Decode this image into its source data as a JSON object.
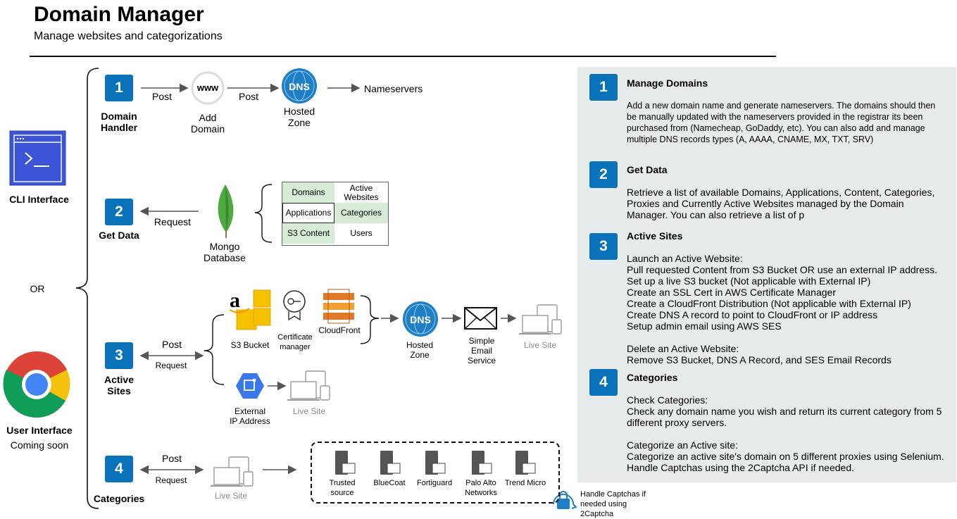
{
  "header": {
    "title": "Domain Manager",
    "subtitle": "Manage websites and categorizations"
  },
  "left": {
    "cli_label": "CLI Interface",
    "or_label": "OR",
    "ui_label": "User Interface",
    "ui_sub": "Coming soon"
  },
  "flow1": {
    "number": "1",
    "handler": [
      "Domain",
      "Handler"
    ],
    "post1": "Post",
    "www": "www",
    "add_domain": [
      "Add",
      "Domain"
    ],
    "post2": "Post",
    "dns": "DNS",
    "hosted_zone": [
      "Hosted",
      "Zone"
    ],
    "nameservers": "Nameservers"
  },
  "flow2": {
    "number": "2",
    "label": "Get Data",
    "request": "Request",
    "mongo": [
      "Mongo",
      "Database"
    ],
    "table": [
      "Domains",
      "Active Websites",
      "Applications",
      "Categories",
      "S3 Content",
      "Users"
    ]
  },
  "flow3": {
    "number": "3",
    "label": [
      "Active",
      "Sites"
    ],
    "post": "Post",
    "request": "Request",
    "s3": "S3 Bucket",
    "cert": [
      "Certificate",
      "manager"
    ],
    "cloudfront": "CloudFront",
    "dns": "DNS",
    "hosted_zone": [
      "Hosted",
      "Zone"
    ],
    "email": [
      "Simple",
      "Email",
      "Service"
    ],
    "live1": "Live Site",
    "external": [
      "External",
      "IP Address"
    ],
    "live2": "Live Site"
  },
  "flow4": {
    "number": "4",
    "label": "Categories",
    "post": "Post",
    "request": "Request",
    "live": "Live Site",
    "proxies": [
      [
        "Trusted",
        "source"
      ],
      [
        "BlueCoat"
      ],
      [
        "Fortiguard"
      ],
      [
        "Palo Alto",
        "Networks"
      ],
      [
        "Trend Micro"
      ]
    ],
    "captcha": [
      "Handle Captchas if",
      "needed using",
      "2Captcha"
    ]
  },
  "panel": {
    "steps": [
      {
        "number": "1",
        "heading": "Manage Domains",
        "text": "Add a new domain name and generate nameservers. The domains should then be manually updated with the nameservers provided in the registrar its been purchased from (Namecheap, GoDaddy, etc). You can also add and manage multiple DNS records types (A, AAAA, CNAME, MX, TXT, SRV)"
      },
      {
        "number": "2",
        "heading": "Get Data",
        "text": "Retrieve a list of available Domains, Applications, Content, Categories, Proxies and Currently Active Websites managed by the Domain Manager. You can also retrieve a list of p"
      },
      {
        "number": "3",
        "heading": "Active Sites",
        "lines": [
          "Launch an Active Website:",
          "Pull requested Content from S3 Bucket OR use an external IP address.",
          "Set up a live S3 bucket (Not applicable with External IP)",
          "Create an SSL Cert in AWS Certificate Manager",
          "Create a CloudFront Distribution (Not applicable with External IP)",
          "Create DNS A record to point to CloudFront or IP address",
          "Setup admin email using AWS SES",
          "",
          "Delete an Active Website:",
          "Remove S3 Bucket, DNS A Record, and SES Email Records"
        ]
      },
      {
        "number": "4",
        "heading": "Categories",
        "lines": [
          "Check Categories:",
          "Check any domain name you wish and return its current category from 5 different proxy servers.",
          "",
          "Categorize an Active site:",
          "Categorize an active site's domain on 5 different proxies using Selenium. Handle Captchas using the 2Captcha API if needed."
        ]
      }
    ]
  },
  "colors": {
    "badge": "#0a72b9",
    "panel": "#e8ebec",
    "table_green": "#d7ebd7",
    "dns_blue": "#1e7fc4",
    "aws_orange": "#f0a030"
  }
}
